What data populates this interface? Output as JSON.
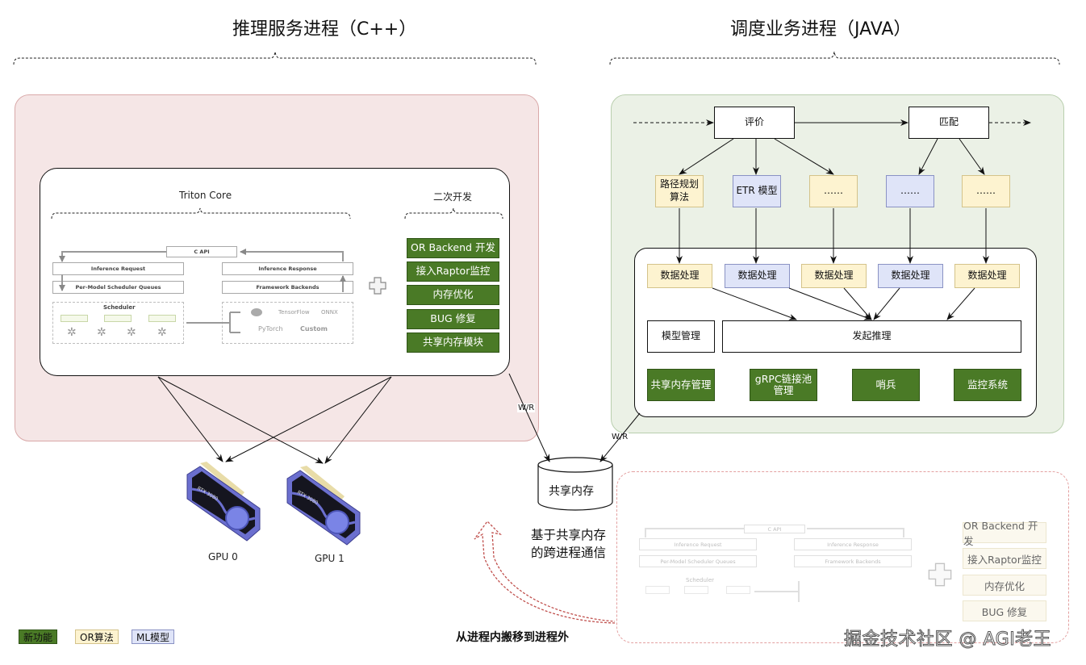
{
  "left_section": {
    "title": "推理服务进程（C++）",
    "triton_core_label": "Triton Core",
    "secondary_dev_label": "二次开发",
    "triton_core": {
      "c_api": "C API",
      "inference_request": "Inference Request",
      "per_model_queues": "Per-Model Scheduler Queues",
      "inference_response": "Inference Response",
      "framework_backends": "Framework Backends",
      "scheduler": "Scheduler",
      "backends": [
        "TensorFlow",
        "ONNX",
        "PyTorch",
        "Custom"
      ]
    },
    "secondary_dev_items": [
      "OR Backend 开发",
      "接入Raptor监控",
      "内存优化",
      "BUG 修复",
      "共享内存模块"
    ],
    "gpus": [
      "GPU 0",
      "GPU 1"
    ]
  },
  "right_section": {
    "title": "调度业务进程（JAVA）",
    "flow_nodes": [
      "评价",
      "匹配"
    ],
    "algo_nodes": [
      {
        "label": "路径规划算法",
        "type": "OR算法"
      },
      {
        "label": "ETR 模型",
        "type": "ML模型"
      },
      {
        "label": "……",
        "type": "OR算法"
      },
      {
        "label": "……",
        "type": "ML模型"
      },
      {
        "label": "……",
        "type": "OR算法"
      }
    ],
    "data_processing": [
      {
        "label": "数据处理",
        "type": "OR算法"
      },
      {
        "label": "数据处理",
        "type": "ML模型"
      },
      {
        "label": "数据处理",
        "type": "OR算法"
      },
      {
        "label": "数据处理",
        "type": "ML模型"
      },
      {
        "label": "数据处理",
        "type": "OR算法"
      }
    ],
    "model_management": "模型管理",
    "start_inference": "发起推理",
    "new_features": [
      "共享内存管理",
      "gRPC链接池管理",
      "哨兵",
      "监控系统"
    ]
  },
  "shared_memory": {
    "label": "共享内存",
    "wr_left": "W/R",
    "wr_right": "W/R",
    "caption_line1": "基于共享内存",
    "caption_line2": "的跨进程通信"
  },
  "migration_caption": "从进程内搬移到进程外",
  "faded_panel": {
    "c_api": "C API",
    "inference_request": "Inference Request",
    "per_model_queues": "Per-Model Scheduler Queues",
    "inference_response": "Inference Response",
    "framework_backends": "Framework Backends",
    "scheduler": "Scheduler",
    "items": [
      "OR Backend 开发",
      "接入Raptor监控",
      "内存优化",
      "BUG 修复"
    ]
  },
  "legend": [
    {
      "label": "新功能",
      "color": "#4a7a26"
    },
    {
      "label": "OR算法",
      "color": "#fdf3d0"
    },
    {
      "label": "ML模型",
      "color": "#dfe4f8"
    }
  ],
  "watermark": "掘金技术社区 @ AGI老王",
  "colors": {
    "left_panel_bg": "#f5e6e6",
    "right_panel_bg": "#ebf1e6",
    "new_feature_green": "#4a7a26",
    "or_algo_yellow": "#fdf3d0",
    "ml_model_blue": "#dfe4f8",
    "migration_arrow": "#c0504d"
  }
}
